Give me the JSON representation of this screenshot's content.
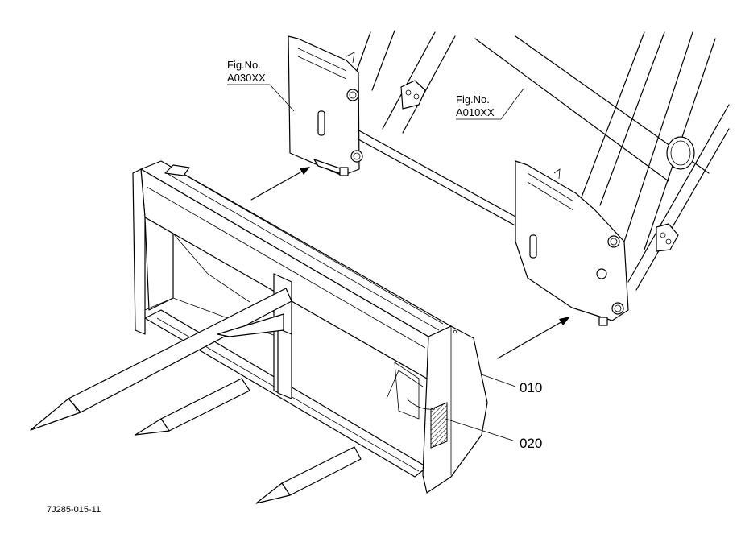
{
  "figure_refs": [
    {
      "line1": "Fig.No.",
      "line2": "A030XX"
    },
    {
      "line1": "Fig.No.",
      "line2": "A010XX"
    }
  ],
  "part_labels": [
    "010",
    "020"
  ],
  "drawing_code": "7J285-015-11"
}
